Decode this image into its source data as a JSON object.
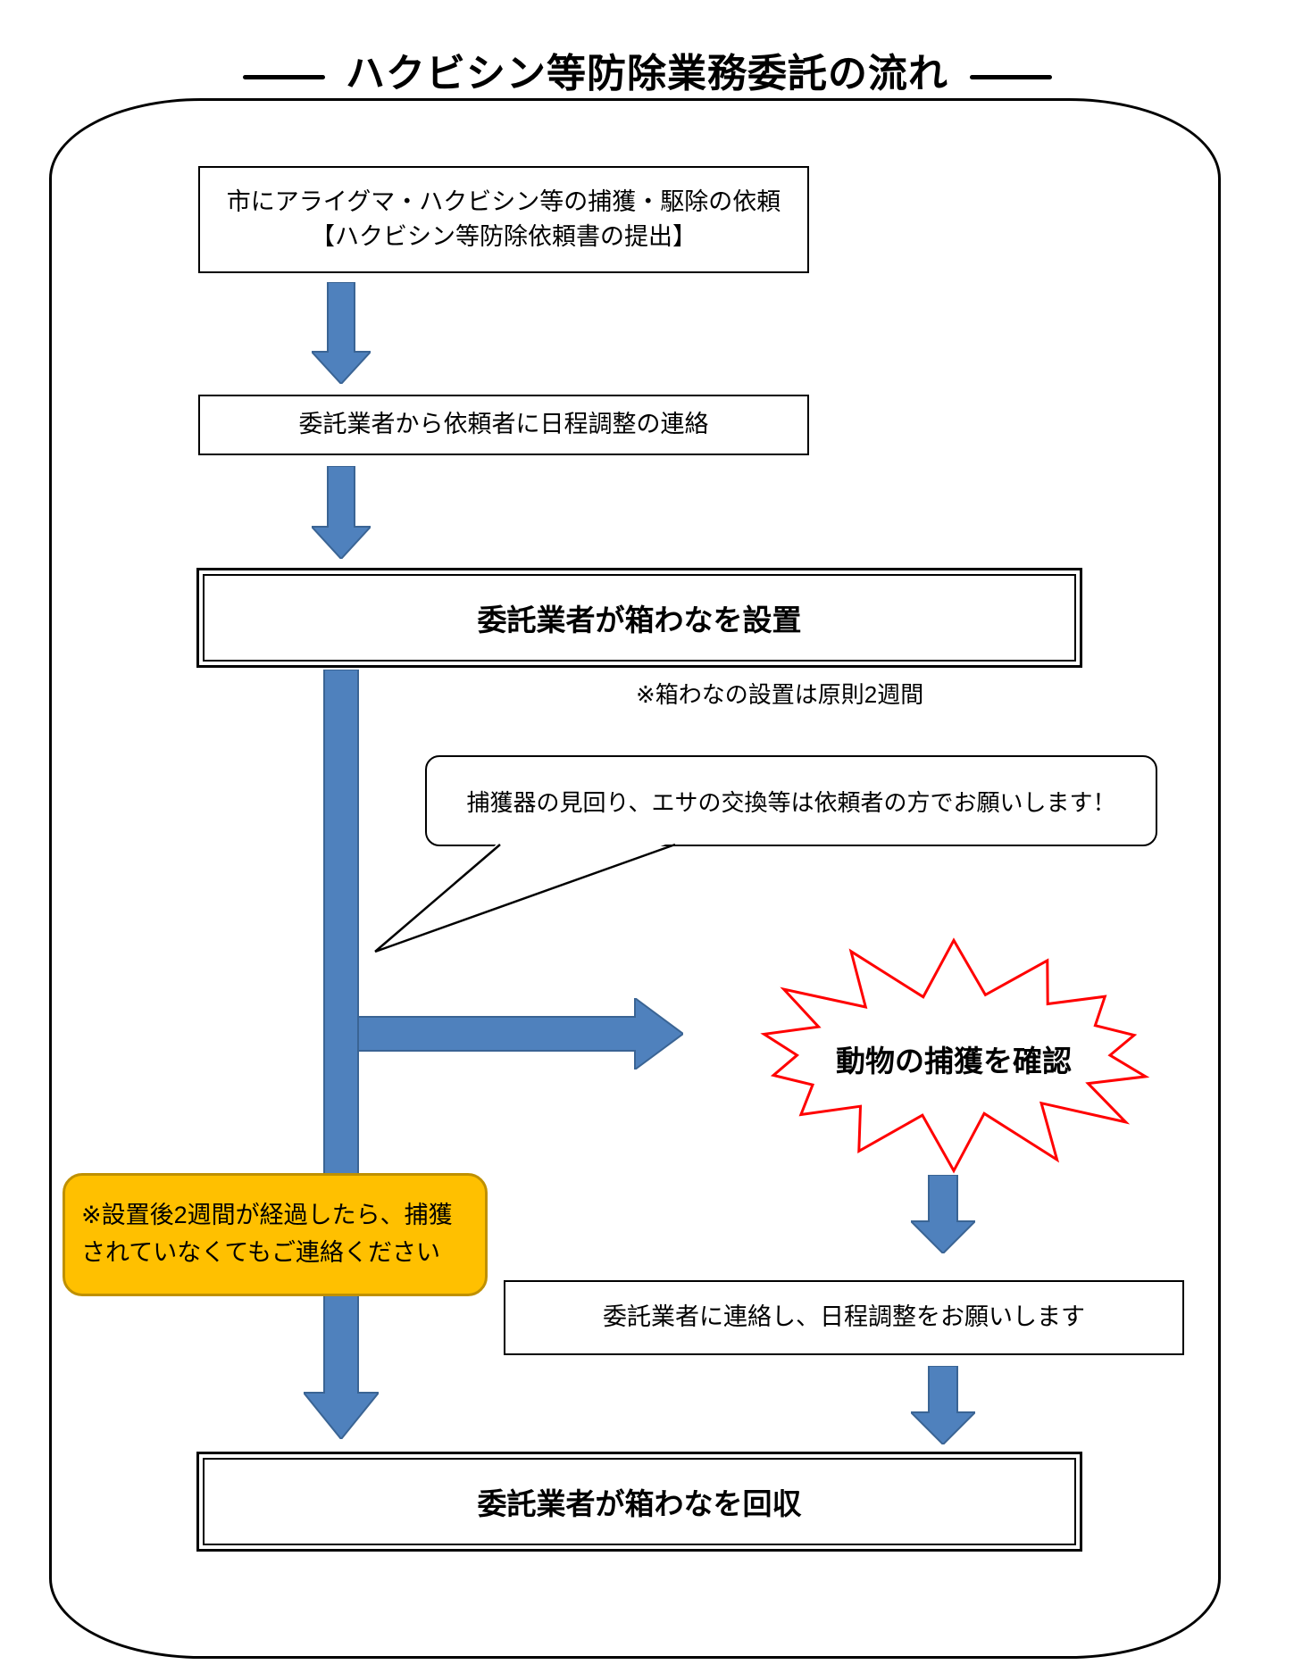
{
  "title": "ハクビシン等防除業務委託の流れ",
  "flow": {
    "step1_line1": "市にアライグマ・ハクビシン等の捕獲・駆除の依頼",
    "step1_line2": "【ハクビシン等防除依頼書の提出】",
    "step2": "委託業者から依頼者に日程調整の連絡",
    "step3": "委託業者が箱わなを設置",
    "trap_note": "※箱わなの設置は原則2週間",
    "callout": "捕獲器の見回り、エサの交換等は依頼者の方でお願いします！",
    "burst": "動物の捕獲を確認",
    "warning": "※設置後2週間が経過したら、捕獲されていなくてもご連絡ください",
    "step4": "委託業者に連絡し、日程調整をお願いします",
    "step5": "委託業者が箱わなを回収"
  },
  "colors": {
    "arrow_blue": "#4F81BD",
    "arrow_blue_border": "#3A6494",
    "burst_red": "#FF0000",
    "warning_fill": "#FFC000",
    "warning_border": "#BF9000"
  }
}
